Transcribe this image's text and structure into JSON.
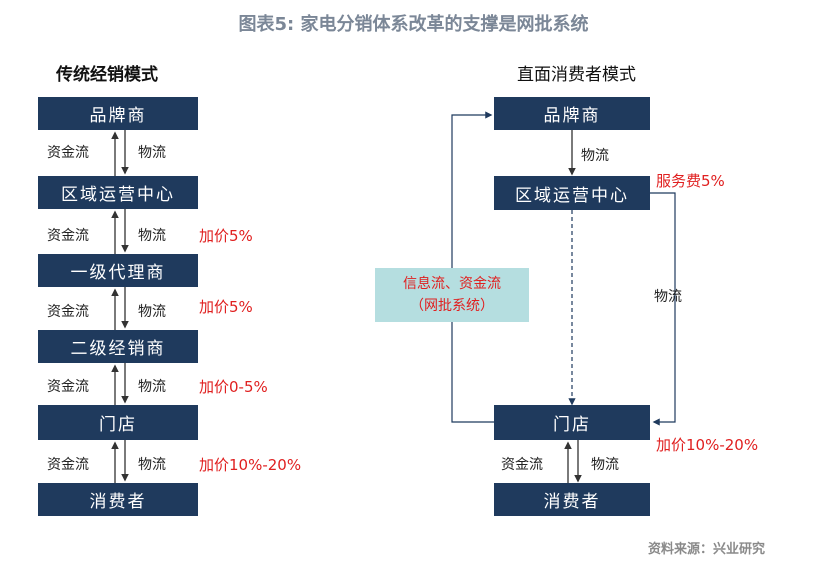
{
  "title": "图表5:  家电分销体系改革的支撑是网批系统",
  "left": {
    "title": "传统经销模式",
    "boxes": [
      "品牌商",
      "区域运营中心",
      "一级代理商",
      "二级经销商",
      "门店",
      "消费者"
    ],
    "money_label": "资金流",
    "goods_label": "物流",
    "markups": [
      "加价5%",
      "加价5%",
      "加价0-5%",
      "加价10%-20%"
    ]
  },
  "right": {
    "title": "直面消费者模式",
    "boxes": [
      "品牌商",
      "区域运营中心",
      "门店",
      "消费者"
    ],
    "goods_label_top": "物流",
    "service_fee": "服务费5%",
    "goods_label_side": "物流",
    "info_line1": "信息流、资金流",
    "info_line2": "（网批系统）",
    "markup": "加价10%-20%",
    "money_label": "资金流",
    "goods_label_bottom": "物流"
  },
  "source": "资料来源：兴业研究",
  "colors": {
    "box": "#1f3a5d",
    "accent": "#e02020",
    "info_bg": "#b5dee0",
    "title": "#7b8797"
  }
}
